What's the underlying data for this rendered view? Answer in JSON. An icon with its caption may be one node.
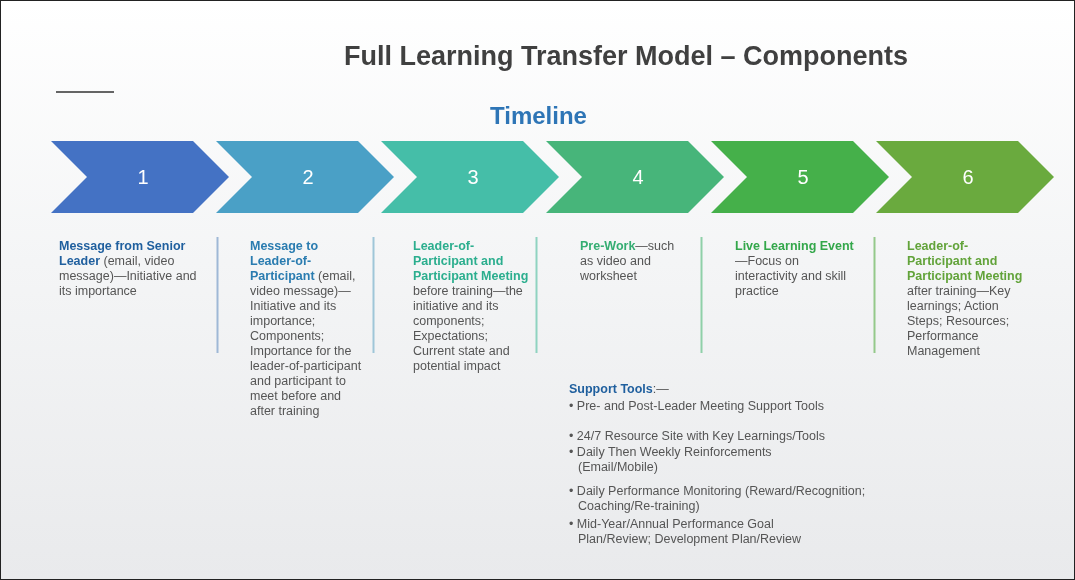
{
  "diagram": {
    "title": "Full Learning Transfer Model – Components",
    "nodes": [
      {
        "text": [
          "1"
        ],
        "beside": [
          "**Message from Senior Leader** (email, video message)—Initiative and its importance"
        ]
      },
      {
        "text": [
          "2"
        ],
        "beside": [
          "**Message to Leader-of-Participant** (email, video message)—Initiative and its importance; Components; Importance for the leader-of-participant and participant to meet before and after training"
        ]
      },
      {
        "text": [
          "3"
        ],
        "beside": [
          "**Leader-of-Participant and Participant Meeting** before training—the initiative and its components; Expectations; Current state and potential impact"
        ]
      },
      {
        "text": [
          "4"
        ],
        "beside": [
          "**Pre-Work**—such as video and worksheet"
        ]
      },
      {
        "text": [
          "5"
        ],
        "beside": [
          "**Live Learning Event**—Focus on interactivity and skill practice"
        ]
      },
      {
        "text": [
          "6"
        ],
        "beside": [
          "**Leader-of-Participant and Participant Meeting** after training—Key learnings; Action Steps; Resources; Performance Management"
        ]
      }
    ],
    "labels": [
      "Timeline",
      "**Support Tools**:—",
      "• Pre- and Post-Leader Meeting Support Tools",
      "• 24/7 Resource Site with Key Learnings/Tools",
      "• Daily Then Weekly Reinforcements (Email/Mobile)",
      "• Daily Performance Monitoring (Reward/Recognition; Coaching/Re-training)",
      "• Mid-Year/Annual Performance Goal Plan/Review; Development Plan/Review"
    ]
  }
}
